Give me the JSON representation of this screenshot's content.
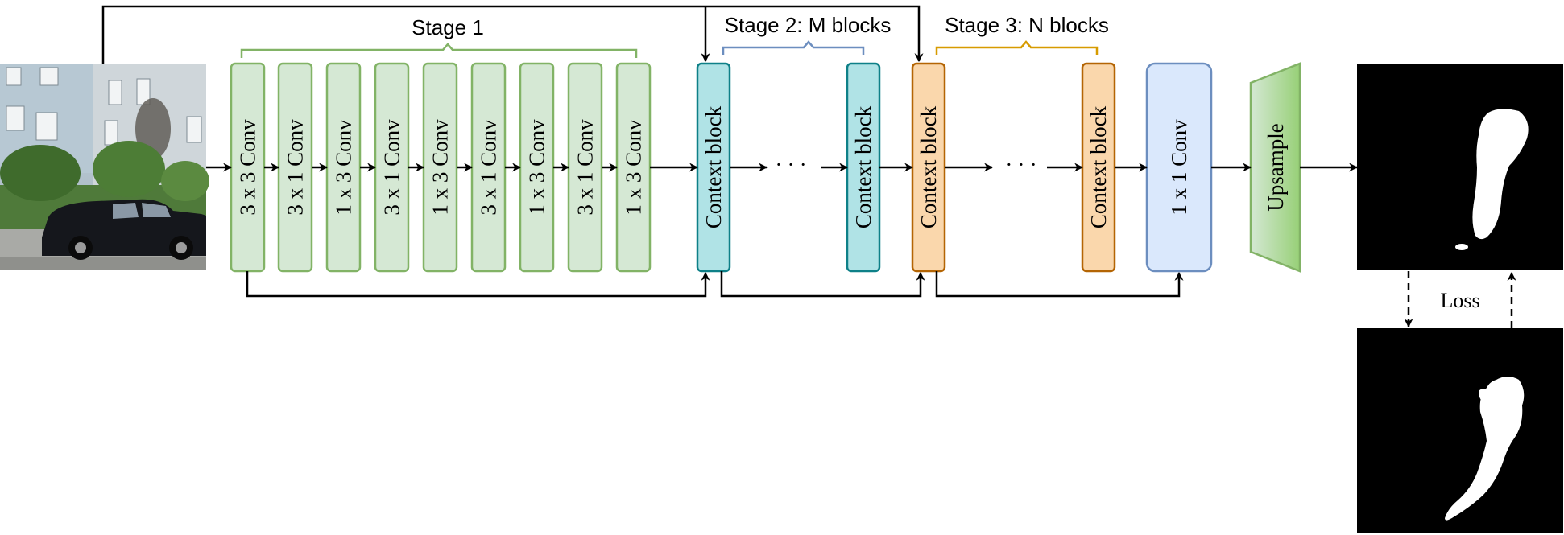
{
  "stages": {
    "stage1": "Stage 1",
    "stage2": "Stage 2: M blocks",
    "stage3": "Stage 3: N  blocks"
  },
  "stage1_blocks": [
    "3 x 3 Conv",
    "3 x 1 Conv",
    "1 x 3 Conv",
    "3 x 1 Conv",
    "1 x 3 Conv",
    "3 x 1 Conv",
    "1 x 3 Conv",
    "3 x 1 Conv",
    "1 x 3 Conv"
  ],
  "stage2_blocks": [
    "Context block",
    "Context block"
  ],
  "stage3_blocks": [
    "Context block",
    "Context block"
  ],
  "head_conv": "1 x 1 Conv",
  "upsample": "Upsample",
  "ellipsis": "· · ·",
  "loss": "Loss",
  "colors": {
    "green_fill": "#d5e8d4",
    "green_stroke": "#82b366",
    "teal_fill": "#b0e3e6",
    "teal_stroke": "#0e8088",
    "orange_fill": "#fad7ac",
    "orange_stroke": "#b46504",
    "blue_fill": "#dae8fc",
    "blue_stroke": "#6c8ebf",
    "brace_blue": "#6c8ebf",
    "brace_orange": "#d79b00"
  },
  "images": {
    "input": "street-scene-input-image",
    "prediction": "predicted-mask-image",
    "ground_truth": "ground-truth-mask-image"
  }
}
